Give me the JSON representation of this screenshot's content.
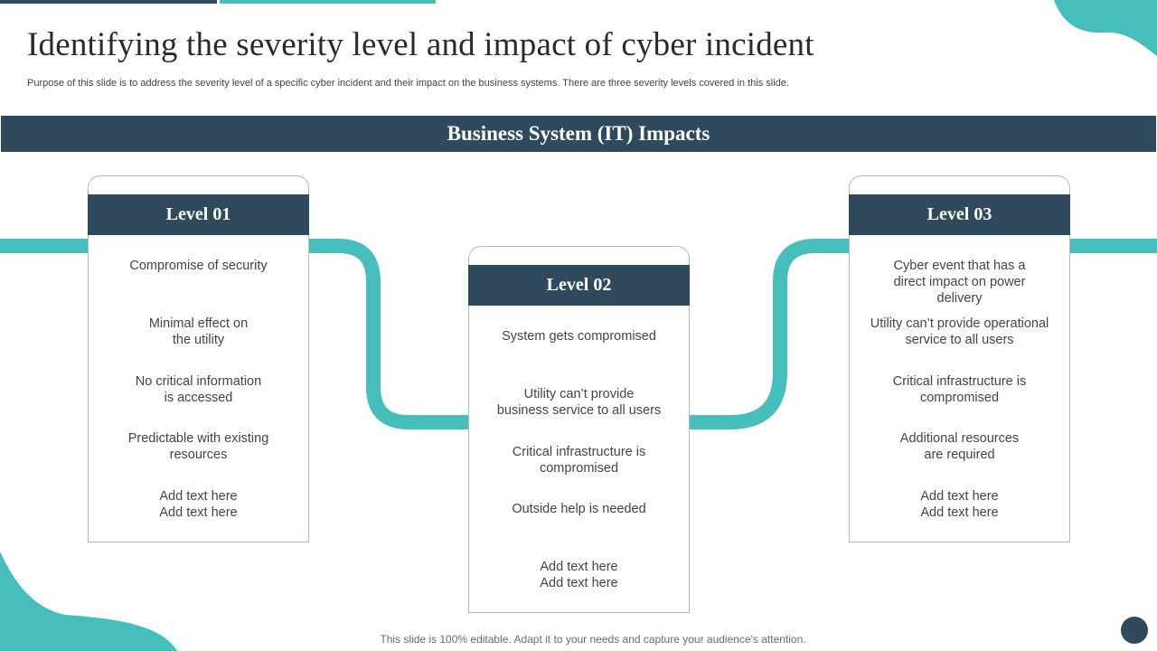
{
  "slide": {
    "title": "Identifying the severity level and impact of cyber incident",
    "subtitle": "Purpose of this slide is to address the severity level of a specific cyber incident and their impact on the business systems. There are three severity levels covered in this slide.",
    "banner": "Business System (IT) Impacts",
    "footer": "This slide is 100% editable. Adapt it to your needs and capture your audience's attention."
  },
  "levels": [
    {
      "title": "Level 01",
      "items": [
        "Compromise of security",
        "Minimal effect on\nthe utility",
        "No critical information\nis accessed",
        "Predictable with existing\nresources",
        "Add text here\nAdd text here"
      ]
    },
    {
      "title": "Level 02",
      "items": [
        "System gets compromised",
        "Utility can’t provide\nbusiness service to all users",
        "Critical infrastructure is\ncompromised",
        "Outside help is needed",
        "Add text here\nAdd text here"
      ]
    },
    {
      "title": "Level 03",
      "items": [
        "Cyber event that has a\ndirect impact on power\ndelivery",
        "Utility can’t provide operational\nservice to all users",
        "Critical infrastructure is\ncompromised",
        "Additional resources\nare required",
        "Add text here\nAdd text here"
      ]
    }
  ],
  "colors": {
    "dark": "#2f4a5c",
    "teal": "#46bfbc"
  }
}
